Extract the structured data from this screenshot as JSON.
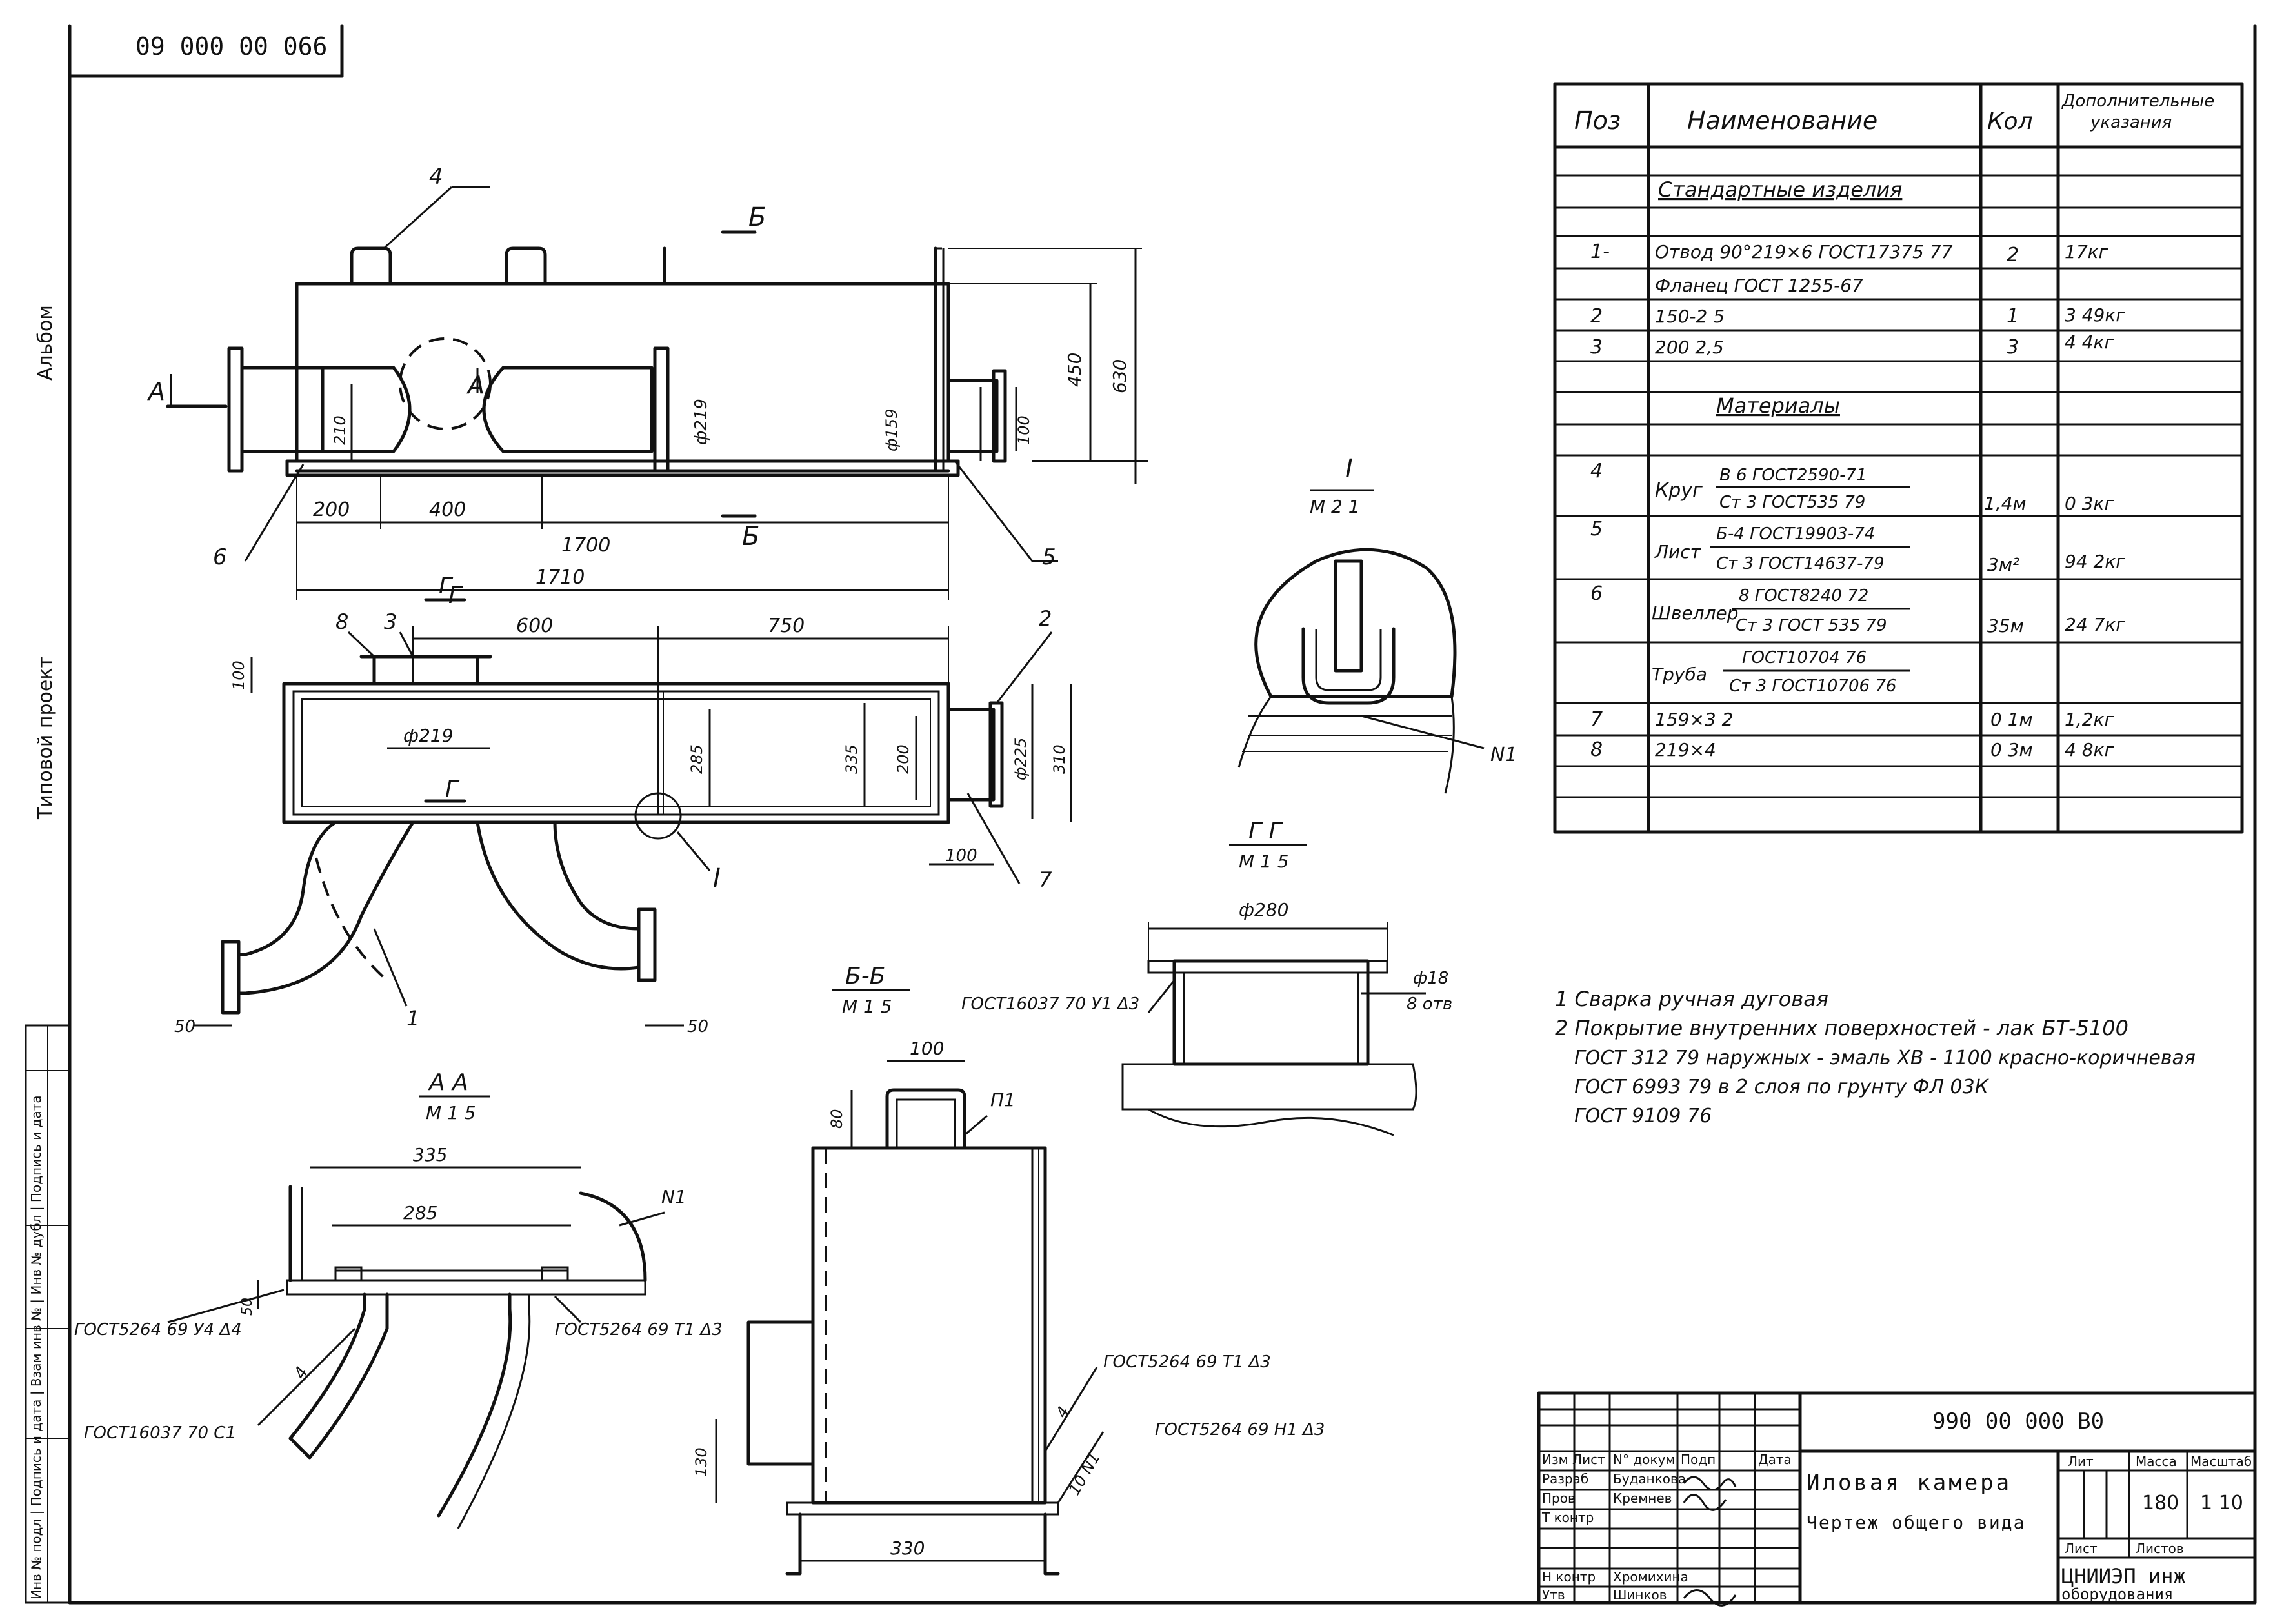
{
  "header": {
    "doc_code_top": "09 000 00 066",
    "album": "Альбом",
    "project": "Типовой проект"
  },
  "side_stamp": {
    "label": "Инв № подл | Подпись и дата | Взам инв № | Инв № дубл | Подпись и дата"
  },
  "spec_table": {
    "headers": {
      "pos": "Поз",
      "name": "Наименование",
      "qty": "Кол",
      "notes_line1": "Дополнительные",
      "notes_line2": "указания"
    },
    "sections": {
      "standard": "Стандартные изделия",
      "materials": "Материалы"
    },
    "rows": [
      {
        "pos": "1-",
        "name": "Отвод 90°219×6 ГОСТ17375 77",
        "qty": "2",
        "note": "17кг"
      },
      {
        "pos": "",
        "name": "Фланец ГОСТ 1255-67",
        "qty": "",
        "note": ""
      },
      {
        "pos": "2",
        "name": "150-2 5",
        "qty": "1",
        "note": "3 49кг"
      },
      {
        "pos": "3",
        "name": "200 2,5",
        "qty": "3",
        "note": "4 4кг"
      },
      {
        "pos": "4",
        "name_prefix": "Круг",
        "frac_top": "В 6 ГОСТ2590-71",
        "frac_bottom": "Ст 3 ГОСТ535 79",
        "qty": "1,4м",
        "note": "0 3кг"
      },
      {
        "pos": "5",
        "name_prefix": "Лист",
        "frac_top": "Б-4 ГОСТ19903-74",
        "frac_bottom": "Ст 3 ГОСТ14637-79",
        "qty": "3м²",
        "note": "94 2кг"
      },
      {
        "pos": "6",
        "name_prefix": "Швеллер",
        "frac_top": "8 ГОСТ8240 72",
        "frac_bottom": "Ст 3 ГОСТ 535 79",
        "qty": "35м",
        "note": "24 7кг"
      },
      {
        "pos": "",
        "name_prefix": "Труба",
        "frac_top": "ГОСТ10704 76",
        "frac_bottom": "Ст 3 ГОСТ10706 76",
        "qty": "",
        "note": ""
      },
      {
        "pos": "7",
        "name": "159×3 2",
        "qty": "0 1м",
        "note": "1,2кг"
      },
      {
        "pos": "8",
        "name": "219×4",
        "qty": "0 3м",
        "note": "4 8кг"
      }
    ]
  },
  "notes": [
    "1 Сварка ручная дуговая",
    "2 Покрытие внутренних поверхностей - лак БТ-5100",
    "ГОСТ 312 79 наружных - эмаль ХВ - 1100 красно-коричневая",
    "ГОСТ 6993 79 в 2 слоя по грунту ФЛ 03К",
    "ГОСТ 9109 76"
  ],
  "views": {
    "section_II": {
      "title": "I",
      "scale": "М 2 1",
      "weld": "N1"
    },
    "section_GG": {
      "title": "Г Г",
      "scale": "М 1 5",
      "dim_dia": "ф280",
      "holes": "ф18",
      "holes_count": "8 отв",
      "weld": "ГОСТ16037 70 У1 Δ3"
    },
    "section_BB": {
      "title": "Б-Б",
      "scale": "М 1 5",
      "dim_top": "100",
      "dim_h": "80",
      "dim_low": "130",
      "dim_w": "330",
      "weld_label": "П1",
      "weld1": "ГОСТ5264 69 Т1 Δ3",
      "weld2": "ГОСТ5264 69 Н1 Δ3",
      "w1": "4",
      "w2": "10 N1"
    },
    "section_AA": {
      "title": "А А",
      "scale": "М 1 5",
      "dim_outer": "335",
      "dim_inner": "285",
      "dim_h": "50",
      "weld1": "ГОСТ5264 69 У4 Δ4",
      "weld2": "ГОСТ16037 70 С1",
      "weld3": "ГОСТ5264 69 Т1 Δ3",
      "weld_n": "N1",
      "w": "4"
    },
    "front": {
      "dims": {
        "d200": "200",
        "d400": "400",
        "d1700": "1700",
        "d1710": "1710",
        "h450": "450",
        "h630": "630",
        "h210": "210",
        "dia219": "ф219",
        "dia159": "ф159",
        "h100": "100"
      },
      "labels": {
        "A": "А",
        "B": "Б",
        "G": "Г",
        "p4": "4",
        "p5": "5",
        "p6": "6"
      }
    },
    "plan": {
      "dims": {
        "d600": "600",
        "d750": "750",
        "h100": "100",
        "dia219": "ф219",
        "h285": "285",
        "h335": "335",
        "h200": "200",
        "dia225": "ф225",
        "h310": "310",
        "d100": "100",
        "d50a": "50",
        "d50b": "50"
      },
      "labels": {
        "p8": "8",
        "p3": "3",
        "p2": "2",
        "p7": "7",
        "p1": "1",
        "I": "I",
        "G": "Г"
      }
    }
  },
  "title_block": {
    "doc_code": "990 00 000 В0",
    "title_line1": "Иловая камера",
    "title_line2": "Чертеж общего вида",
    "lit_header": "Лит",
    "mass_header": "Масса",
    "scale_header": "Масштаб",
    "mass": "180",
    "scale": "1 10",
    "sheet": "Лист",
    "sheets": "Листов",
    "org_line1": "ЦНИИЭП инж",
    "org_line2": "оборудования",
    "rows": [
      {
        "role": "Изм Лист",
        "name": "N° докум",
        "sign": "Подп",
        "date": "Дата"
      },
      {
        "role": "Разраб",
        "name": "Буданкова",
        "sign": "",
        "date": ""
      },
      {
        "role": "Пров",
        "name": "Кремнев",
        "sign": "",
        "date": ""
      },
      {
        "role": "Т контр",
        "name": "",
        "sign": "",
        "date": ""
      },
      {
        "role": "Н контр",
        "name": "Хромихина",
        "sign": "",
        "date": ""
      },
      {
        "role": "Утв",
        "name": "Шинков",
        "sign": "",
        "date": ""
      }
    ]
  }
}
